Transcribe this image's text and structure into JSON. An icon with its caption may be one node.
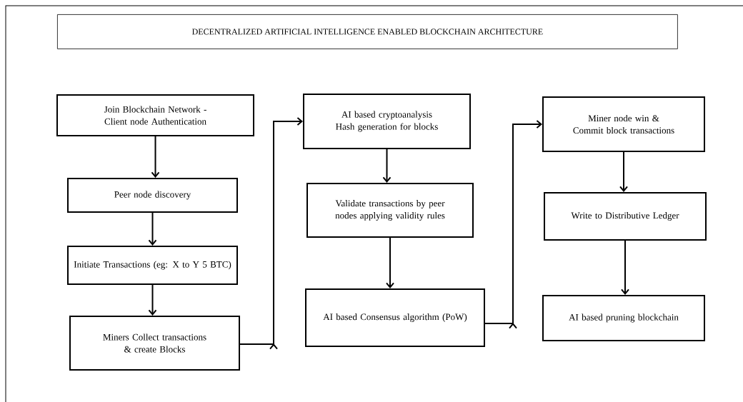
{
  "diagram": {
    "title": "DECENTRALIZED ARTIFICIAL INTELLIGENCE ENABLED BLOCKCHAIN ARCHITECTURE",
    "nodes": [
      {
        "text": [
          "Join Blockchain Network - Client node Authentication"
        ]
      },
      {
        "text": [
          "Peer node discovery"
        ]
      },
      {
        "text": [
          "Initiate Transactions (eg: X to Y 5 BTC)"
        ]
      },
      {
        "text": [
          "Miners Collect transactions & create Blocks"
        ]
      },
      {
        "text": [
          "AI based cryptoanalysis Hash generation for blocks"
        ]
      },
      {
        "text": [
          "Validate transactions by peer nodes applying validity rules"
        ]
      },
      {
        "text": [
          "AI based Consensus algorithm (PoW)"
        ]
      },
      {
        "text": [
          "Miner node win & Commit block transactions"
        ]
      },
      {
        "text": [
          "Write to Distributive Ledger"
        ]
      },
      {
        "text": [
          "AI based pruning blockchain"
        ]
      }
    ],
    "edges": [
      {
        "from": 0,
        "to": 1,
        "arrow": "to"
      },
      {
        "from": 1,
        "to": 2,
        "arrow": "to"
      },
      {
        "from": 2,
        "to": 3,
        "arrow": "to"
      },
      {
        "from": 3,
        "to": 4,
        "arrow": "to"
      },
      {
        "from": 4,
        "to": 5,
        "arrow": "to"
      },
      {
        "from": 5,
        "to": 6,
        "arrow": "to"
      },
      {
        "from": 6,
        "to": 7,
        "arrow": "to"
      },
      {
        "from": 7,
        "to": 8,
        "arrow": "to"
      },
      {
        "from": 8,
        "to": 9,
        "arrow": "to"
      }
    ]
  }
}
